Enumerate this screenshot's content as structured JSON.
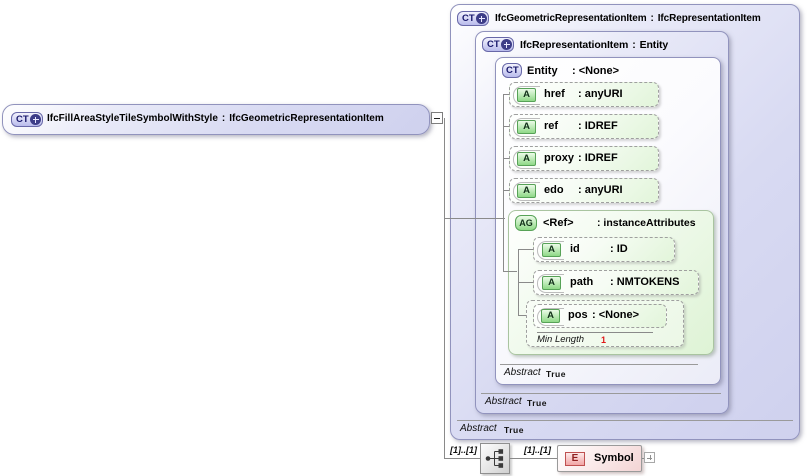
{
  "icons": {
    "root_badge_plus": "plus-circle",
    "collapse": "minus-box",
    "expand": "plus-box",
    "sequence": "sequence-compositor"
  },
  "colors": {
    "box_lavender": "#d8daf2",
    "attribute_green": "#e2f5da",
    "group_green": "#def3d5",
    "element_pink": "#f3d4d4",
    "facet_red": "#e01818",
    "connector_line": "#8a8a8a"
  },
  "diagram": {
    "root": {
      "badge": "CT",
      "label": "IfcFillAreaStyleTileSymbolWithStyle",
      "sep": ":",
      "type": "IfcGeometricRepresentationItem"
    },
    "base_geometric": {
      "badge": "CT",
      "label": "IfcGeometricRepresentationItem",
      "sep": ":",
      "type": "IfcRepresentationItem",
      "abstract_label": "Abstract",
      "abstract_value": "True"
    },
    "base_representation": {
      "badge": "CT",
      "label": "IfcRepresentationItem",
      "sep": ":",
      "type": "Entity",
      "abstract_label": "Abstract",
      "abstract_value": "True"
    },
    "base_entity": {
      "badge": "CT",
      "label": "Entity",
      "type": ": <None>",
      "abstract_label": "Abstract",
      "abstract_value": "True",
      "attributes": [
        {
          "badge": "A",
          "name": "href",
          "type": ": anyURI"
        },
        {
          "badge": "A",
          "name": "ref",
          "type": ": IDREF"
        },
        {
          "badge": "A",
          "name": "proxy",
          "type": ": IDREF"
        },
        {
          "badge": "A",
          "name": "edo",
          "type": ": anyURI"
        }
      ]
    },
    "attribute_group": {
      "badge": "AG",
      "label": "<Ref>",
      "type": ": instanceAttributes",
      "attributes": [
        {
          "badge": "A",
          "name": "id",
          "type": ": ID"
        },
        {
          "badge": "A",
          "name": "path",
          "type": ": NMTOKENS"
        },
        {
          "badge": "A",
          "name": "pos",
          "type": ": <None>",
          "facet_label": "Min Length",
          "facet_value": "1"
        }
      ]
    },
    "content_model": {
      "cardinality_left": "[1]..[1]",
      "cardinality_right": "[1]..[1]",
      "element": {
        "badge": "E",
        "label": "Symbol"
      }
    }
  }
}
